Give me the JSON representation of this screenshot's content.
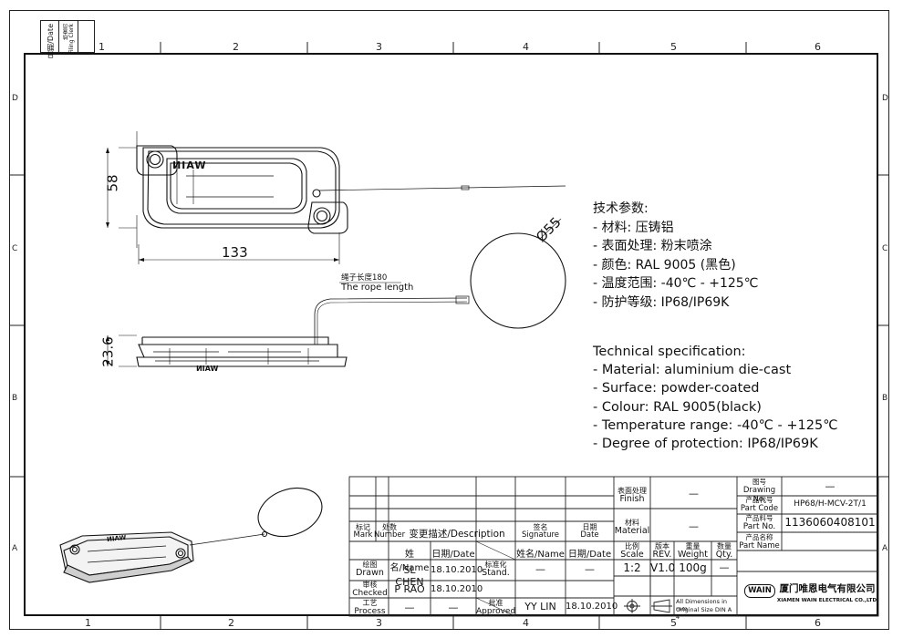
{
  "stamp": {
    "date_label": "日期/Date",
    "check_label_cn": "核查员",
    "check_label_en": "Filing Clerk"
  },
  "zones": {
    "cols": [
      "1",
      "2",
      "3",
      "4",
      "5",
      "6"
    ],
    "rows": [
      "D",
      "C",
      "B",
      "A"
    ]
  },
  "dimensions": {
    "width": "133",
    "height": "58",
    "thickness": "23.6",
    "loop": "Ø55"
  },
  "brand_mark": "WAIN",
  "rope_note": {
    "cn": "绳子长度180",
    "en": "The rope length"
  },
  "tech_cn": {
    "title": "技术参数:",
    "lines": [
      "- 材料: 压铸铝",
      "- 表面处理: 粉末喷涂",
      "- 颜色: RAL 9005 (黑色)",
      "- 温度范围: -40℃ - +125℃",
      "- 防护等级: IP68/IP69K"
    ]
  },
  "tech_en": {
    "title": "Technical specification:",
    "lines": [
      "- Material: aluminium die-cast",
      "- Surface: powder-coated",
      "- Colour: RAL 9005(black)",
      "- Temperature range: -40℃ - +125℃",
      "- Degree of protection: IP68/IP69K"
    ]
  },
  "title_block": {
    "mark_cn": "标记",
    "mark_en": "Mark",
    "number_cn": "处数",
    "number_en": "Number",
    "description": "变更描述/Description",
    "signature_cn": "签名",
    "signature_en": "Signature",
    "date_cn": "日期",
    "date_en": "Date",
    "name_date_1": "姓名/Name",
    "date_hdr_1": "日期/Date",
    "name_date_2": "姓名/Name",
    "date_hdr_2": "日期/Date",
    "drawn_cn": "绘图",
    "drawn_en": "Drawn",
    "drawn_name": "SL CHEN",
    "drawn_date": "18.10.2010",
    "stand_cn": "标准化",
    "stand_en": "Stand.",
    "dash": "—",
    "checked_cn": "审核",
    "checked_en": "Checked",
    "checked_name": "P RAO",
    "checked_date": "18.10.2010",
    "process_cn": "工艺",
    "process_en": "Process",
    "approved_cn": "批准",
    "approved_en": "Approved",
    "approved_name": "YY LIN",
    "approved_date": "18.10.2010",
    "finish_cn": "表面处理",
    "finish_en": "Finish",
    "material_cn": "材料",
    "material_en": "Material",
    "scale_cn": "比例",
    "scale_en": "Scale",
    "scale": "1:2",
    "rev_cn": "版本",
    "rev_en": "REV.",
    "rev": "V1.0",
    "weight_cn": "重量",
    "weight_en": "Weight",
    "weight": "100g",
    "qty_cn": "数量",
    "qty_en": "Qty.",
    "dim_note_1": "All Dimensions in mm",
    "dim_note_2": "Original Size DIN A 4",
    "drawing_no_cn": "图号",
    "drawing_no_en": "Drawing No.",
    "part_code_cn": "产品代号",
    "part_code_en": "Part Code",
    "part_code": "HP68/H-MCV-2T/1",
    "part_no_cn": "产品料号",
    "part_no_en": "Part No.",
    "part_no": "1136060408101",
    "part_name_cn": "产品名称",
    "part_name_en": "Part Name",
    "company_logo": "WAIN",
    "company_cn": "厦门唯恩电气有限公司",
    "company_en": "XIAMEN WAIN ELECTRICAL CO.,LTD"
  }
}
